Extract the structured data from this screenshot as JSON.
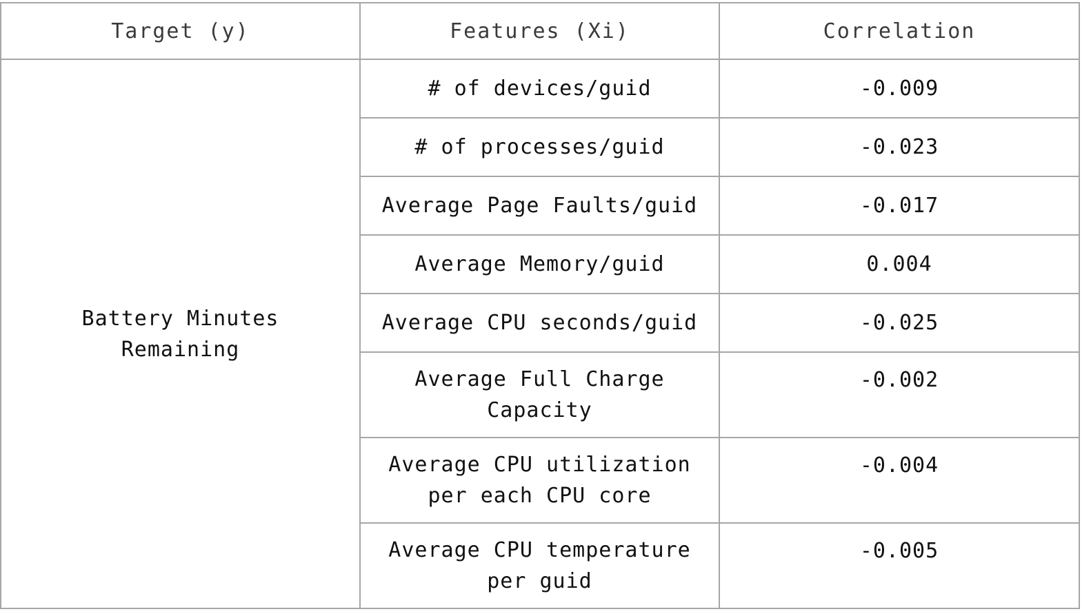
{
  "headers": {
    "target": "Target (y)",
    "features": "Features (Xi)",
    "correlation": "Correlation"
  },
  "target_label": "Battery Minutes Remaining",
  "rows": [
    {
      "feature": "# of devices/guid",
      "correlation": "-0.009"
    },
    {
      "feature": "# of processes/guid",
      "correlation": "-0.023"
    },
    {
      "feature": "Average Page Faults/guid",
      "correlation": "-0.017"
    },
    {
      "feature": "Average Memory/guid",
      "correlation": "0.004"
    },
    {
      "feature": "Average CPU seconds/guid",
      "correlation": "-0.025"
    },
    {
      "feature": "Average Full Charge Capacity",
      "correlation": "-0.002"
    },
    {
      "feature": "Average CPU utilization per each CPU core",
      "correlation": "-0.004"
    },
    {
      "feature": "Average CPU temperature per guid",
      "correlation": "-0.005"
    }
  ]
}
